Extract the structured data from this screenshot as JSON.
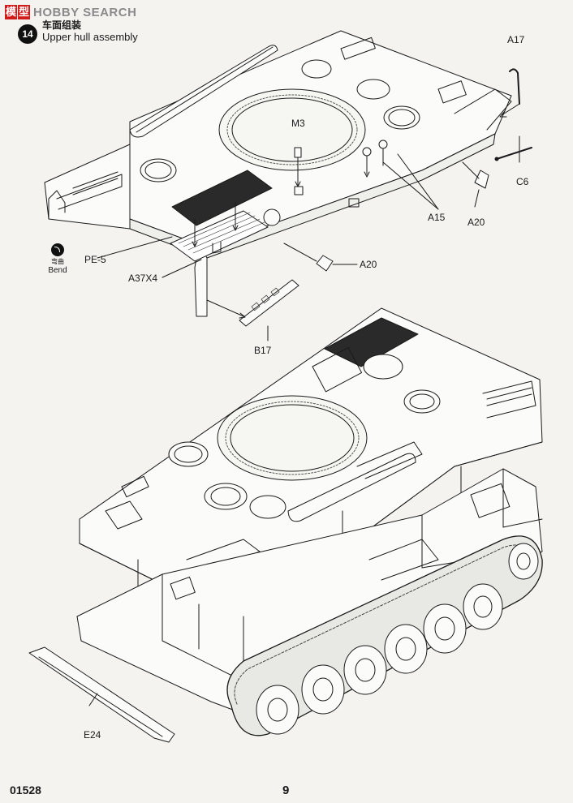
{
  "watermark": {
    "logo_glyphs": [
      "模",
      "型"
    ],
    "text": "HOBBY SEARCH"
  },
  "step": {
    "number": "14",
    "title_cn": "车面组装",
    "title_en": "Upper hull assembly"
  },
  "callouts": {
    "a17": "A17",
    "m3": "M3",
    "c6": "C6",
    "a15": "A15",
    "a20_right": "A20",
    "pe5": "PE-5",
    "a37x4": "A37X4",
    "a20_left": "A20",
    "b17": "B17",
    "e24": "E24"
  },
  "bend_note": {
    "cn": "弯曲",
    "en": "Bend"
  },
  "footer": {
    "code": "01528",
    "page": "9"
  },
  "colors": {
    "ink": "#1a1a1a",
    "paper": "#f4f3f0",
    "mesh": "#2a2a2a"
  }
}
